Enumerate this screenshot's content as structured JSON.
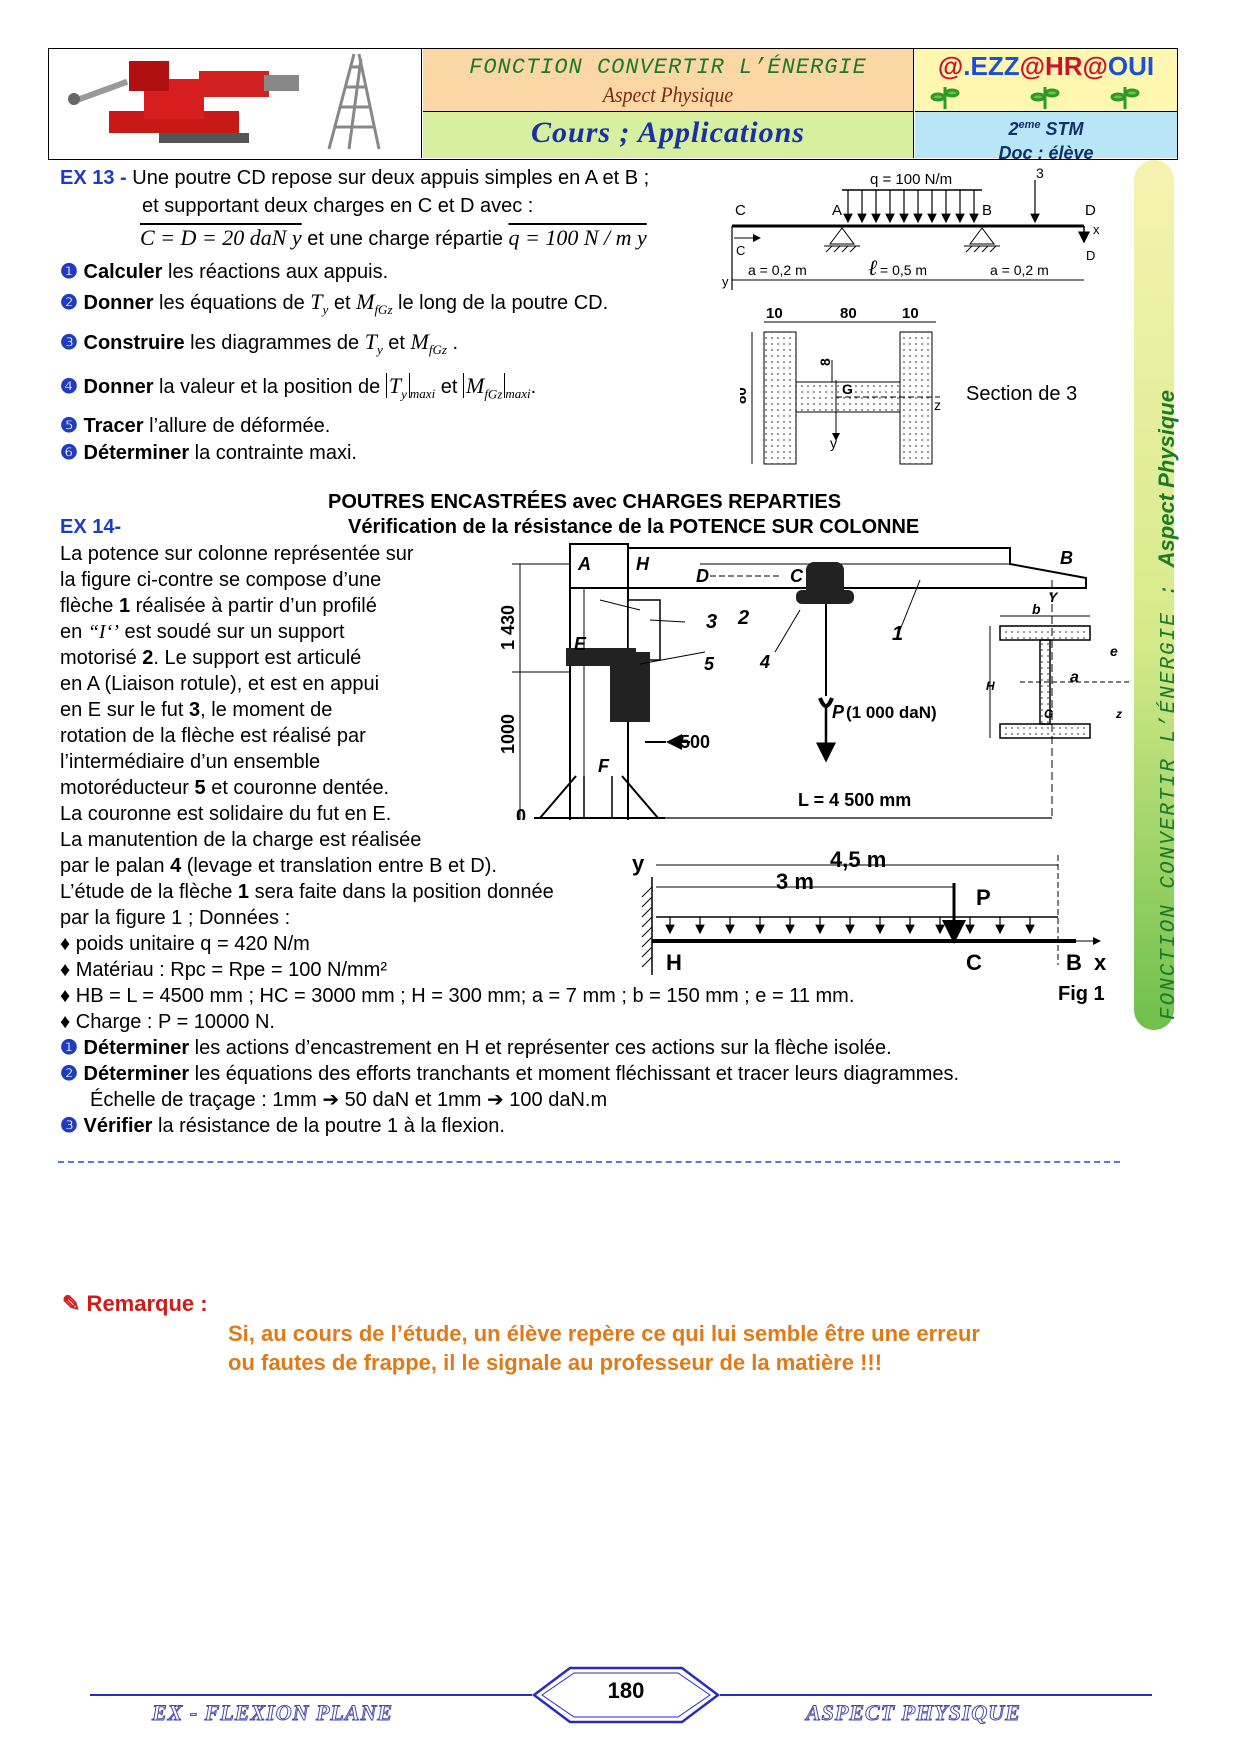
{
  "header": {
    "function_title": "FONCTION CONVERTIR L’ÉNERGIE",
    "aspect": "Aspect Physique",
    "cours": "Cours ;   Applications",
    "brand_at1": "@",
    "brand_ezz": ".EZZ",
    "brand_at2": "@",
    "brand_hr": "HR",
    "brand_at3": "@",
    "brand_oui": "OUI",
    "level_num": "2",
    "level_sup": "eme",
    "level_stm": " STM",
    "doc": "Doc : élève"
  },
  "side_banner": {
    "text": "FONCTION   CONVERTIR   L’ÉNERGIE   :   ",
    "bold": "Aspect Physique"
  },
  "ex13": {
    "label": "EX 13 -",
    "line1": " Une poutre CD repose sur deux appuis simples en A et B ;",
    "line2": "et supportant deux charges en C et D avec :",
    "eq1": "C = D = 20 daN y",
    "eq_mid": " et une charge répartie ",
    "eq2": "q = 100 N / m y",
    "q1_num": "❶",
    "q1_bold": "Calculer",
    "q1_rest": " les réactions aux appuis.",
    "q2_num": "❷",
    "q2_bold": "Donner",
    "q2_rest1": " les équations de ",
    "q2_ty": "T",
    "q2_ty_sub": "y",
    "q2_et": " et ",
    "q2_m": "M",
    "q2_m_sub": "fGz",
    "q2_rest2": " le long de la poutre CD.",
    "q3_num": "❸",
    "q3_bold": "Construire",
    "q3_rest": " les diagrammes de ",
    "q3_et": " et ",
    "q3_end": " .",
    "q4_num": "❹",
    "q4_bold": "Donner",
    "q4_rest": " la valeur et la position de ",
    "q4_maxi": "maxi",
    "q4_et": " et ",
    "q4_end": ".",
    "q5_num": "❺",
    "q5_bold": "Tracer",
    "q5_rest": " l’allure de déformée.",
    "q6_num": "❻",
    "q6_bold": "Déterminer",
    "q6_rest": " la contrainte maxi."
  },
  "beam13": {
    "q_label": "q  = 100 N/m",
    "ref3": "3",
    "C": "C",
    "A": "A",
    "B": "B",
    "D": "D",
    "x": "x",
    "y": "y",
    "a1": "a = 0,2 m",
    "l_sym": "ℓ",
    "l_val": " = 0,5 m",
    "a2": "a = 0,2 m"
  },
  "section": {
    "d10a": "10",
    "d80": "80",
    "d10b": "10",
    "d80v": "80",
    "d8": "8",
    "G": "G",
    "z": "z",
    "y": "y",
    "label": "Section de 3"
  },
  "ex14": {
    "title1": "POUTRES ENCASTRÉES avec CHARGES REPARTIES",
    "label": "EX 14-",
    "title2": "Vérification de la résistance de la POTENCE SUR COLONNE",
    "p1": "La potence sur colonne représentée sur",
    "p2": " la figure ci-contre se compose d’une",
    "p3a": "flèche ",
    "p3b": "1",
    "p3c": " réalisée à partir d’un profilé",
    "p4a": "en ",
    "p4b": "“I‘’",
    "p4c": " est soudé sur un support",
    "p5a": "motorisé ",
    "p5b": "2",
    "p5c": ". Le support est articulé",
    "p6": "en A (Liaison rotule), et est en appui",
    "p7a": "en E sur le fut ",
    "p7b": "3",
    "p7c": ", le moment de",
    "p8": "rotation de la flèche est réalisé par",
    "p9": "l’intermédiaire d’un ensemble",
    "p10a": "motoréducteur ",
    "p10b": "5",
    "p10c": " et couronne dentée.",
    "p11": "La couronne est solidaire du fut en E.",
    "p12": "La manutention de la charge est réalisée",
    "p13a": "par le palan ",
    "p13b": "4",
    "p13c": " (levage et translation entre B et D).",
    "p14a": "L’étude de la flèche ",
    "p14b": "1",
    "p14c": " sera faite dans la position donnée",
    "p15": "par la figure 1 ; Données :",
    "d1": "♦ poids unitaire q = 420 N/m",
    "d2": "♦ Matériau : Rpc = Rpe = 100 N/mm²",
    "d3": "♦ HB = L = 4500 mm ; HC = 3000 mm ; H = 300 mm; a = 7 mm ; b = 150 mm ;  e = 11 mm.",
    "d4": "♦ Charge : P = 10000 N.",
    "fig": "Fig 1",
    "q1_num": "❶",
    "q1_bold": "Déterminer",
    "q1_rest": " les actions d’encastrement en H et représenter ces actions sur la flèche isolée.",
    "q2_num": "❷",
    "q2_bold": "Déterminer",
    "q2_rest": " les équations des efforts tranchants et moment fléchissant et tracer leurs diagrammes.",
    "scale_a": "Échelle de traçage : 1mm",
    "scale_b": " 50 daN et 1mm",
    "scale_c": " 100 daN.m",
    "q3_num": "❸",
    "q3_bold": "Vérifier",
    "q3_rest": " la résistance de la poutre 1 à la flexion."
  },
  "crane": {
    "A": "A",
    "H": "H",
    "D": "D",
    "C": "C",
    "B": "B",
    "n1": "1",
    "n2": "2",
    "n3": "3",
    "n4": "4",
    "n5": "5",
    "E": "E",
    "F": "F",
    "h1430": "1 430",
    "h1000": "1000",
    "zero": "0",
    "d500": "500",
    "P": "P",
    "P_val": " (1 000 daN)",
    "L": "L = 4 500 mm",
    "b": "b",
    "Y": "Y",
    "e": "e",
    "a": "a",
    "G": "G",
    "z": "z",
    "Hdim": "H"
  },
  "fig1": {
    "y": "y",
    "x": "x",
    "len45": "4,5 m",
    "len3": "3 m",
    "P": "P",
    "H": "H",
    "C": "C",
    "B": "B"
  },
  "remark": {
    "icon": "✎",
    "label": " Remarque :",
    "line1": "Si, au cours de l’étude, un élève repère ce qui lui semble être une erreur",
    "line2": "ou fautes de frappe, il le signale au professeur de la matière !!!"
  },
  "footer": {
    "left": "EX - FLEXION PLANE",
    "page": "180",
    "right": "ASPECT PHYSIQUE"
  }
}
